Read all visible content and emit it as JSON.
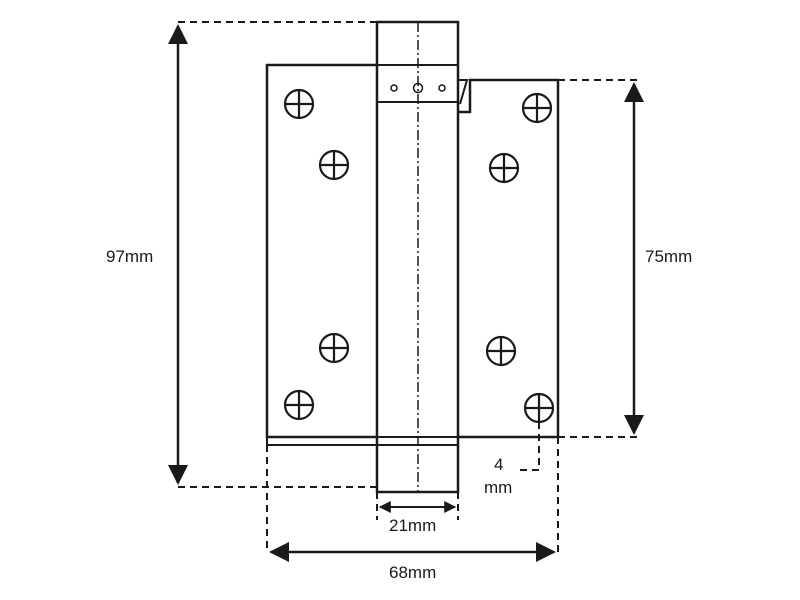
{
  "dimensions": {
    "height_total": "97mm",
    "height_leaf": "75mm",
    "knuckle_width": "21mm",
    "overall_width": "68mm",
    "offset_value": "4",
    "offset_unit": "mm"
  },
  "colors": {
    "stroke": "#1a1a1a",
    "background": "#ffffff"
  }
}
